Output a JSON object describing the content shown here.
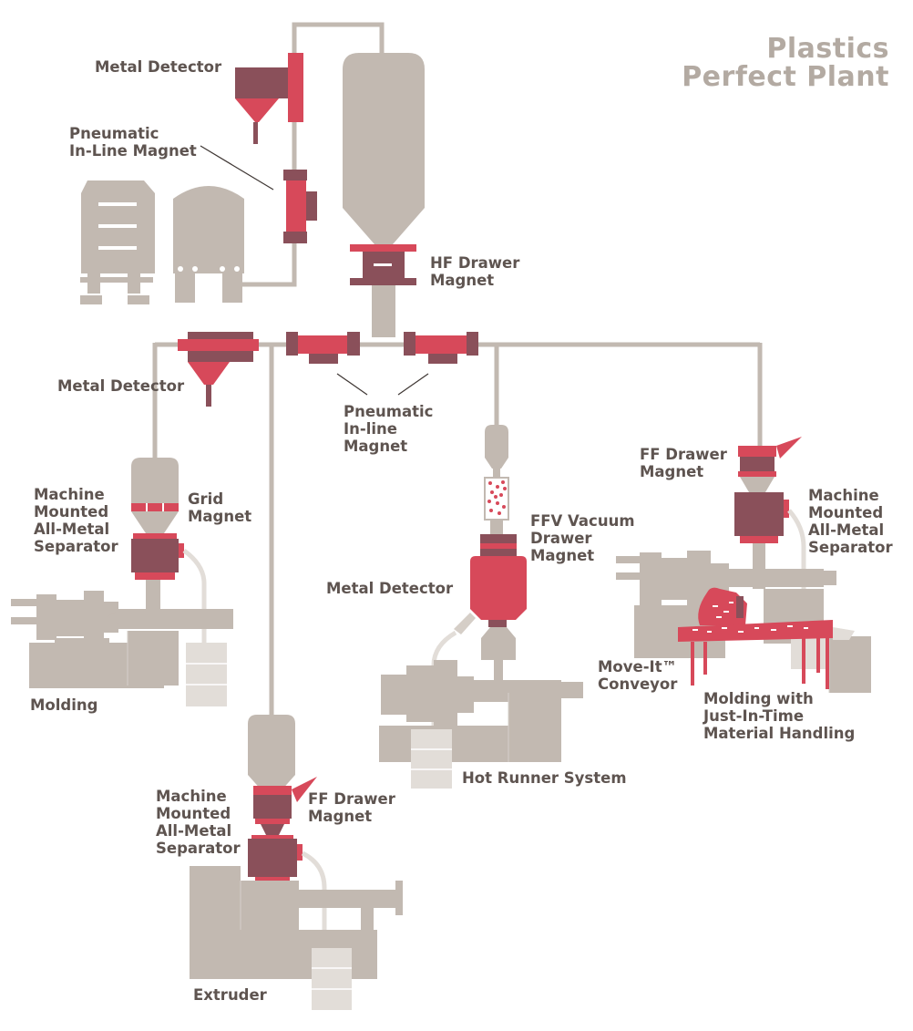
{
  "title": {
    "line1": "Plastics",
    "line2": "Perfect Plant"
  },
  "labels": {
    "metal_detector_top": "Metal Detector",
    "pneumatic_inline_top": [
      "Pneumatic",
      "In-Line Magnet"
    ],
    "hf_drawer": [
      "HF Drawer",
      "Magnet"
    ],
    "metal_detector_left": "Metal Detector",
    "pneumatic_inline_mid": [
      "Pneumatic",
      "In-line",
      "Magnet"
    ],
    "machine_mounted_left": [
      "Machine",
      "Mounted",
      "All-Metal",
      "Separator"
    ],
    "grid_magnet": [
      "Grid",
      "Magnet"
    ],
    "molding": "Molding",
    "ffv_vacuum": [
      "FFV Vacuum",
      "Drawer",
      "Magnet"
    ],
    "metal_detector_center": "Metal Detector",
    "hot_runner": "Hot Runner System",
    "ff_drawer_right": [
      "FF Drawer",
      "Magnet"
    ],
    "machine_mounted_right": [
      "Machine",
      "Mounted",
      "All-Metal",
      "Separator"
    ],
    "move_it": [
      "Move-It™",
      "Conveyor"
    ],
    "molding_jit": [
      "Molding with",
      "Just-In-Time",
      "Material Handling"
    ],
    "machine_mounted_bottom": [
      "Machine",
      "Mounted",
      "All-Metal",
      "Separator"
    ],
    "ff_drawer_bottom": [
      "FF Drawer",
      "Magnet"
    ],
    "extruder": "Extruder"
  },
  "colors": {
    "machine_gray": "#c2b9b1",
    "equipment_red": "#d7495a",
    "equipment_maroon": "#8a505a",
    "label_text": "#5e5450",
    "title_text": "#b3aaa2"
  }
}
